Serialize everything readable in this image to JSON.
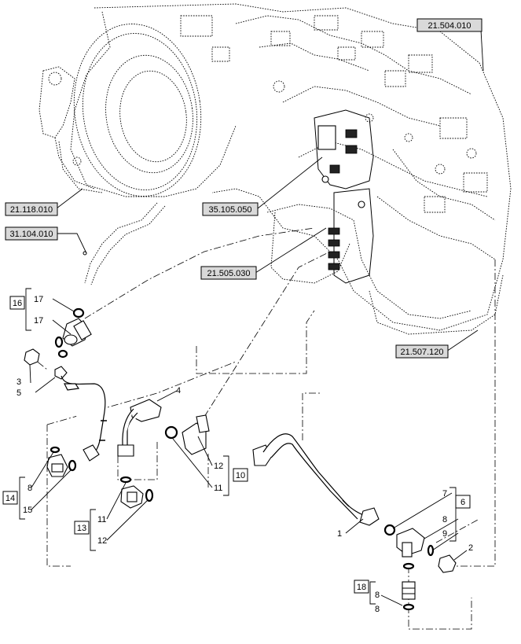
{
  "references": {
    "r1": "21.504.010",
    "r2": "21.118.010",
    "r3": "35.105.050",
    "r4": "31.104.010",
    "r5": "21.505.030",
    "r6": "21.507.120"
  },
  "callouts": {
    "c3": "3",
    "c5": "5",
    "c4": "4",
    "c1": "1",
    "c2": "2",
    "c7": "7",
    "c8a": "8",
    "c9": "9",
    "c8b": "8",
    "c8c": "8",
    "c8d": "8",
    "c17a": "17",
    "c17b": "17",
    "c12a": "12",
    "c11a": "11",
    "c11b": "11",
    "c12b": "12",
    "c15": "15"
  },
  "groups": {
    "g16": "16",
    "g14": "14",
    "g13": "13",
    "g10": "10",
    "g6": "6",
    "g18": "18"
  }
}
